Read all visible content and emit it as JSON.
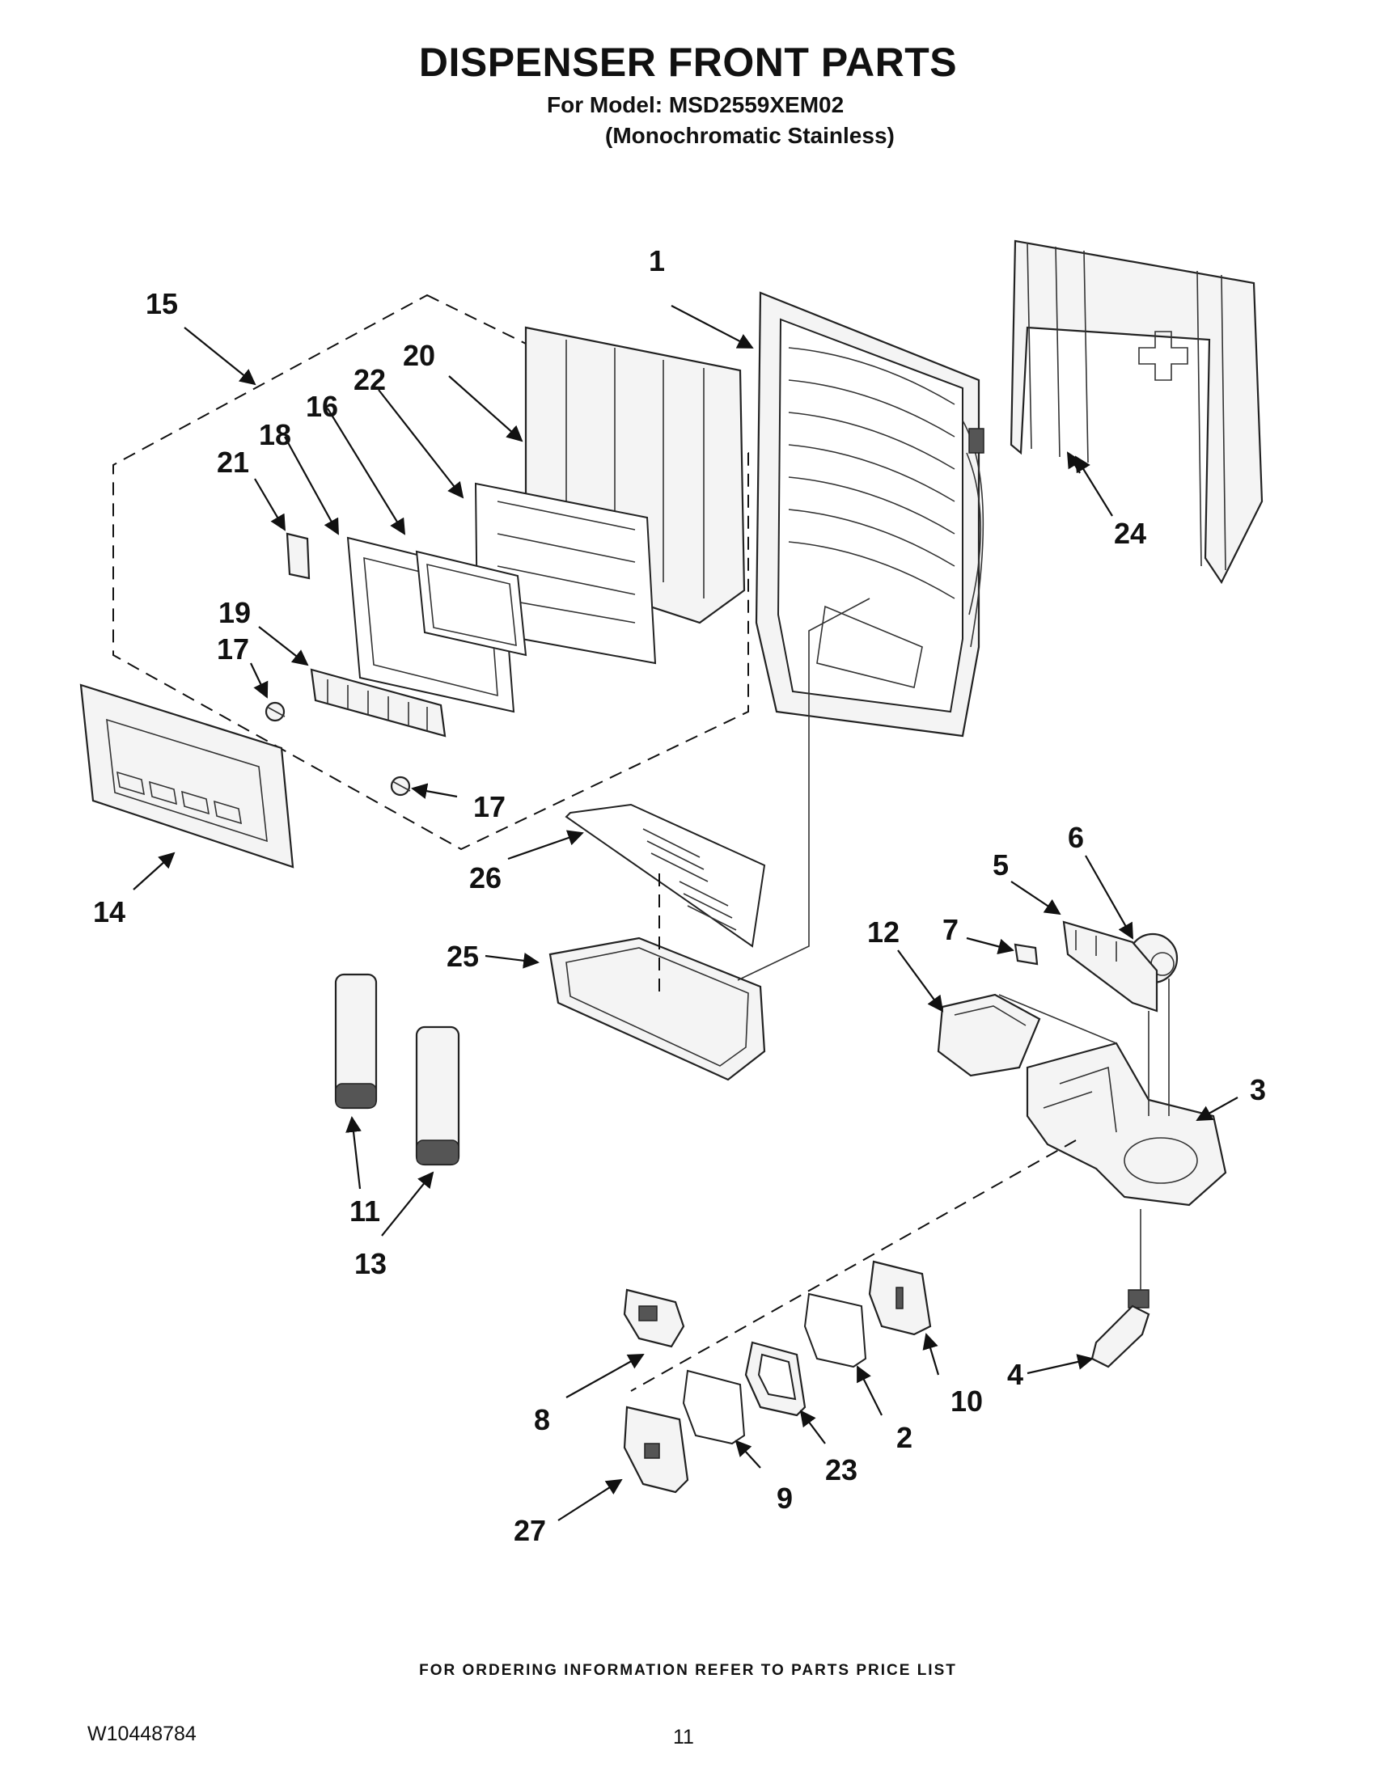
{
  "header": {
    "title": "DISPENSER FRONT PARTS",
    "model_line": "For Model: MSD2559XEM02",
    "variant_line": "(Monochromatic Stainless)"
  },
  "callouts": {
    "c1": "1",
    "c2": "2",
    "c3": "3",
    "c4": "4",
    "c5": "5",
    "c6": "6",
    "c7": "7",
    "c8": "8",
    "c9": "9",
    "c10": "10",
    "c11": "11",
    "c12": "12",
    "c13": "13",
    "c14": "14",
    "c15": "15",
    "c16": "16",
    "c17a": "17",
    "c17b": "17",
    "c18": "18",
    "c19": "19",
    "c20": "20",
    "c21": "21",
    "c22": "22",
    "c23": "23",
    "c24": "24",
    "c25": "25",
    "c26": "26",
    "c27": "27"
  },
  "footer": {
    "ordering_note": "FOR ORDERING INFORMATION REFER TO PARTS PRICE LIST",
    "doc_number": "W10448784",
    "page_number": "11"
  }
}
